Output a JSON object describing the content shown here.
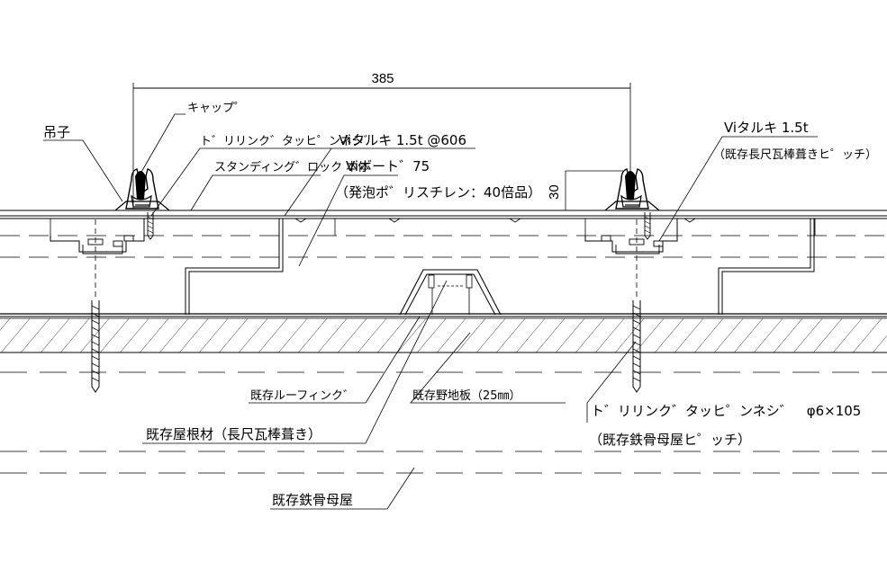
{
  "dimensions": {
    "width_385": "385",
    "height_30": "30"
  },
  "labels": {
    "tsuriko": "吊子",
    "cap": "キャップ゜",
    "drill_screw_top": "ト゛リリンク゛タッヒ゜ンネシ゛",
    "vi_taruki_606": "Viタルキ 1.5t @606",
    "standing_lock": "スタンディング゛ロック 本体",
    "vi_board": "Viボート゛75",
    "foam_polystyrene": "（発泡ポ゛リスチレン：40倍品）",
    "vi_taruki_right": "Viタルキ 1.5t",
    "existing_pitch": "（既存長尺瓦棒葺きヒ゜ッチ）",
    "existing_roofing": "既存ルーフィンク゛",
    "existing_nojiita": "既存野地板（25㎜）",
    "existing_roof_material": "既存屋根材（長尺瓦棒葺き）",
    "drill_screw_bottom": "ト゛リリンク゛タッヒ゜ンネシ゛　φ6×105",
    "steel_purlin_pitch": "（既存鉄骨母屋ヒ゜ッチ）",
    "existing_steel_purlin": "既存鉄骨母屋"
  },
  "colors": {
    "line": "#000000",
    "background": "#ffffff"
  }
}
